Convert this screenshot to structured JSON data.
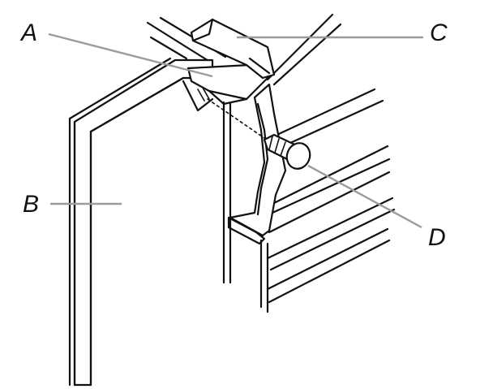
{
  "labels": {
    "a": "A",
    "b": "B",
    "c": "C",
    "d": "D"
  },
  "colors": {
    "line": "#111111",
    "leader": "#9b9b9b",
    "background": "#ffffff"
  }
}
